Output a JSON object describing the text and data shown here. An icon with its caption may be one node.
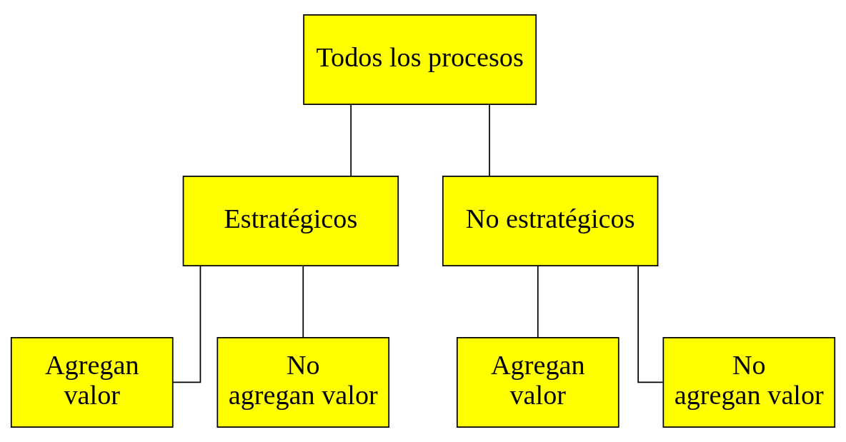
{
  "diagram": {
    "nodes": [
      {
        "text": [
          "Todos los procesos"
        ]
      },
      {
        "text": [
          "Estratégicos"
        ]
      },
      {
        "text": [
          "No estratégicos"
        ]
      },
      {
        "text": [
          "Agregan valor"
        ]
      },
      {
        "text": [
          "No agregan valor"
        ]
      },
      {
        "text": [
          "Agregan valor"
        ]
      },
      {
        "text": [
          "No agregan valor"
        ]
      }
    ],
    "edges": [
      {
        "from": 0,
        "to": 1,
        "arrow": "none"
      },
      {
        "from": 0,
        "to": 2,
        "arrow": "none"
      },
      {
        "from": 1,
        "to": 3,
        "arrow": "none"
      },
      {
        "from": 1,
        "to": 4,
        "arrow": "none"
      },
      {
        "from": 2,
        "to": 5,
        "arrow": "none"
      },
      {
        "from": 2,
        "to": 6,
        "arrow": "none"
      }
    ]
  }
}
